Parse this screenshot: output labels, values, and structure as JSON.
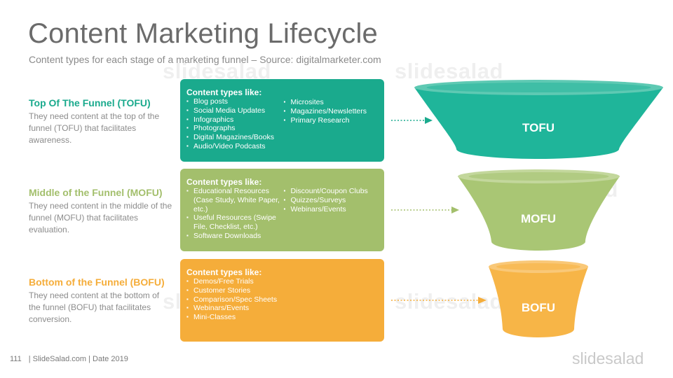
{
  "title": "Content Marketing Lifecycle",
  "subtitle": "Content types for each stage of a marketing funnel – Source: digitalmarketer.com",
  "watermark": "slidesalad",
  "colors": {
    "tofu": "#1aaa8d",
    "mofu": "#a3bf6c",
    "bofu": "#f5ad3a",
    "title": "#6b6b6b",
    "text": "#8c8c8c"
  },
  "stages": [
    {
      "heading": "Top Of The Funnel (TOFU)",
      "description": "They need content at the top of the funnel (TOFU) that facilitates awareness.",
      "box_heading": "Content types like:",
      "col1": [
        "Blog posts",
        "Social Media Updates",
        "Infographics",
        "Photographs",
        "Digital Magazines/Books",
        "Audio/Video Podcasts"
      ],
      "col2": [
        "Microsites",
        "Magazines/Newsletters",
        "Primary Research"
      ],
      "funnel_label": "TOFU"
    },
    {
      "heading": "Middle of the Funnel (MOFU)",
      "description": "They need content in the middle of the funnel (MOFU) that facilitates evaluation.",
      "box_heading": "Content types like:",
      "col1": [
        "Educational Resources (Case Study, White Paper, etc.)",
        "Useful Resources (Swipe File, Checklist, etc.)",
        "Software Downloads"
      ],
      "col2": [
        "Discount/Coupon Clubs",
        "Quizzes/Surveys",
        "Webinars/Events"
      ],
      "funnel_label": "MOFU"
    },
    {
      "heading": "Bottom of the Funnel (BOFU)",
      "description": "They need content at the bottom of the funnel (BOFU) that facilitates conversion.",
      "box_heading": "Content types like:",
      "col1": [
        "Demos/Free Trials",
        "Customer Stories",
        "Comparison/Spec Sheets",
        "Webinars/Events",
        "Mini-Classes"
      ],
      "col2": [],
      "funnel_label": "BOFU"
    }
  ],
  "footer": {
    "page_number": "111",
    "text": "| SlideSalad.com | Date 2019"
  },
  "brand": "slidesalad"
}
